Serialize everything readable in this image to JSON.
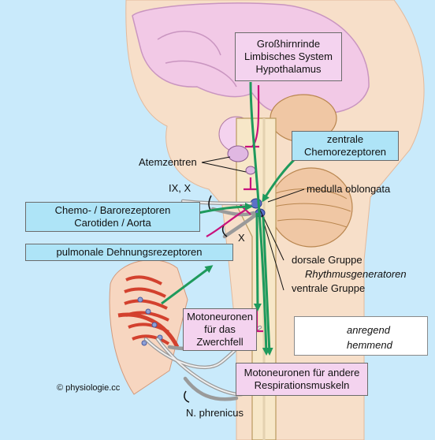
{
  "boxes": {
    "cortex_lines": [
      "Großhirnrinde",
      "Limbisches System",
      "Hypothalamus"
    ],
    "central_chemo_lines": [
      "zentrale",
      "Chemorezeptoren"
    ],
    "chemo_baro_lines": [
      "Chemo- / Barorezeptoren",
      "Carotiden / Aorta"
    ],
    "pulmonary": "pulmonale Dehnungsrezeptoren",
    "motor_diaphragm_lines": [
      "Motoneuronen",
      "für das",
      "Zwerchfell"
    ],
    "motor_other_lines": [
      "Motoneuronen für andere",
      "Respirationsmuskeln"
    ]
  },
  "labels": {
    "atemzentren": "Atemzentren",
    "nerves_ix_x": "IX, X",
    "nerve_x": "X",
    "medulla": "medulla oblongata",
    "dorsal_group": "dorsale Gruppe",
    "rhythm_generators": "Rhythmusgeneratoren",
    "ventral_group": "ventrale Gruppe",
    "phrenicus": "N. phrenicus"
  },
  "legend": {
    "excitatory": "anregend",
    "inhibitory": "hemmend"
  },
  "copyright": "© physiologie.cc",
  "colors": {
    "excitatory_arrow": "#1e9a5c",
    "inhibitory_line": "#c8127d",
    "pink_box": "#f4d3ef",
    "cyan_box": "#aee4f7",
    "background": "#c9eafb"
  }
}
